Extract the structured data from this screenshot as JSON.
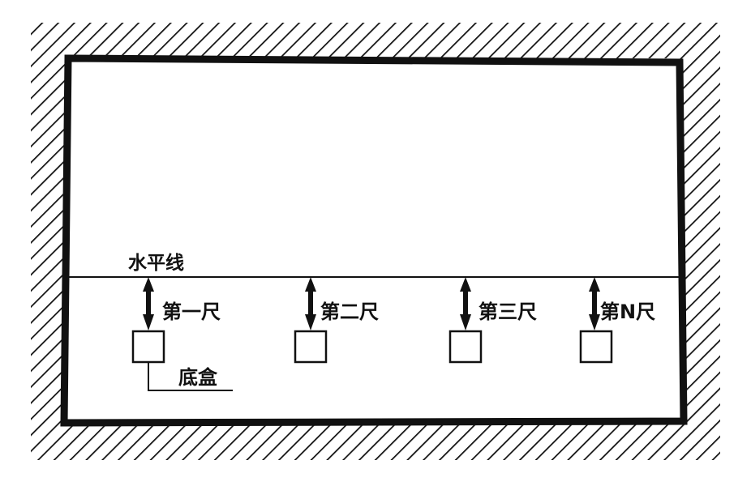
{
  "diagram": {
    "horizontal_line_label": "水平线",
    "measures": [
      {
        "label": "第一尺"
      },
      {
        "label": "第二尺"
      },
      {
        "label": "第三尺"
      },
      {
        "label": "第N尺"
      }
    ],
    "box_label": "底盒",
    "colors": {
      "ink": "#111111",
      "background": "#ffffff"
    }
  }
}
